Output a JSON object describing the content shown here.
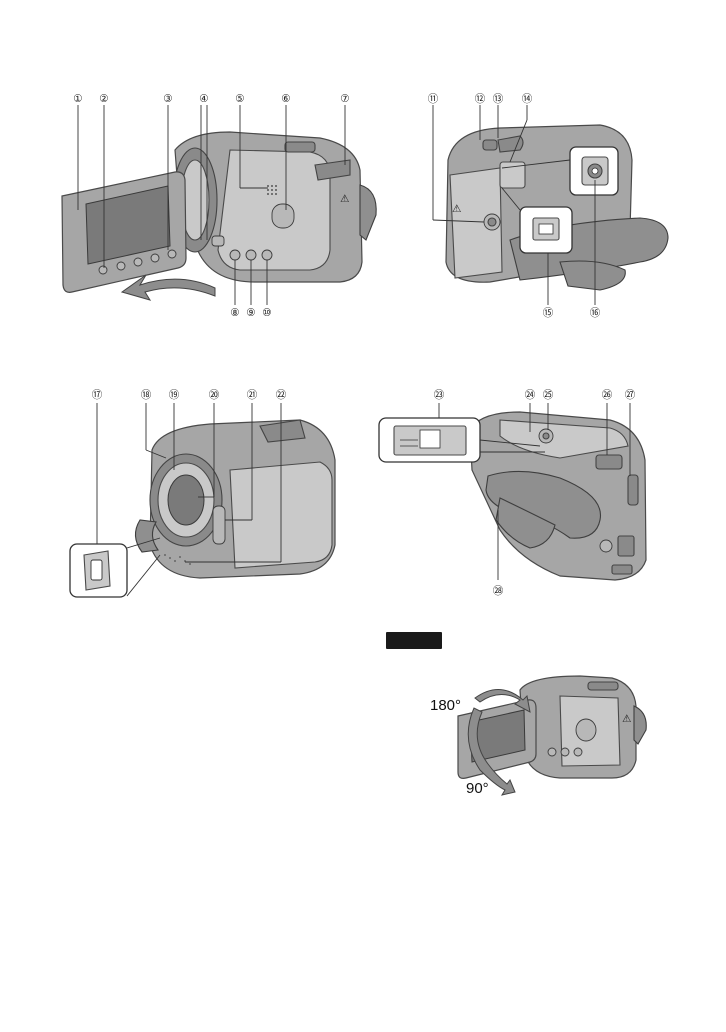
{
  "callouts": {
    "fig1": [
      "①",
      "②",
      "③",
      "④",
      "⑤",
      "⑥",
      "⑦",
      "⑧",
      "⑨",
      "⑩"
    ],
    "fig2": [
      "⑪",
      "⑫",
      "⑬",
      "⑭",
      "⑮",
      "⑯"
    ],
    "fig3": [
      "⑰",
      "⑱",
      "⑲",
      "⑳",
      "㉑",
      "㉒"
    ],
    "fig4": [
      "㉓",
      "㉔",
      "㉕",
      "㉖",
      "㉗",
      "㉘"
    ]
  },
  "rotation": {
    "upper_angle": "180°",
    "lower_angle": "90°"
  },
  "colors": {
    "note_bar": "#1a1a1a",
    "camera_body": "#a6a6a6",
    "outline": "#444444"
  }
}
